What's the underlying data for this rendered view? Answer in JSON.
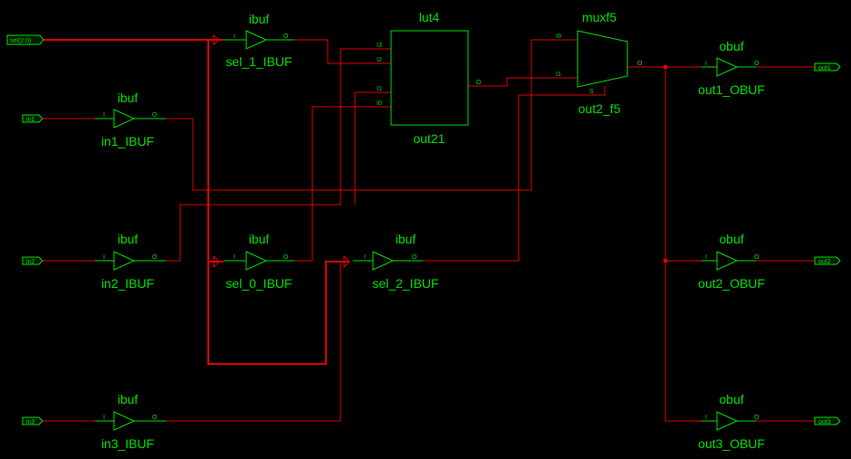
{
  "ports": {
    "sel": "sel(2:0)",
    "in1": "in1",
    "in2": "in2",
    "in3": "in3",
    "out1": "out1",
    "out2": "out2",
    "out3": "out3"
  },
  "cells": {
    "sel1": {
      "type": "ibuf",
      "name": "sel_1_IBUF",
      "pin_in": "I",
      "pin_out": "O"
    },
    "in1": {
      "type": "ibuf",
      "name": "in1_IBUF",
      "pin_in": "I",
      "pin_out": "O"
    },
    "in2": {
      "type": "ibuf",
      "name": "in2_IBUF",
      "pin_in": "I",
      "pin_out": "O"
    },
    "sel0": {
      "type": "ibuf",
      "name": "sel_0_IBUF",
      "pin_in": "I",
      "pin_out": "O"
    },
    "sel2": {
      "type": "ibuf",
      "name": "sel_2_IBUF",
      "pin_in": "I",
      "pin_out": "O"
    },
    "in3": {
      "type": "ibuf",
      "name": "in3_IBUF",
      "pin_in": "I",
      "pin_out": "O"
    },
    "lut": {
      "type": "lut4",
      "name": "out21",
      "pins": [
        "I3",
        "I2",
        "I1",
        "I0"
      ],
      "pin_out": "O"
    },
    "mux": {
      "type": "muxf5",
      "name": "out2_f5",
      "pin_i0": "I0",
      "pin_i1": "I1",
      "pin_s": "S",
      "pin_out": "O"
    },
    "ob1": {
      "type": "obuf",
      "name": "out1_OBUF",
      "pin_in": "I",
      "pin_out": "O"
    },
    "ob2": {
      "type": "obuf",
      "name": "out2_OBUF",
      "pin_in": "I",
      "pin_out": "O"
    },
    "ob3": {
      "type": "obuf",
      "name": "out3_OBUF",
      "pin_in": "I",
      "pin_out": "O"
    }
  },
  "colors": {
    "symbol": "#00e000",
    "wire": "#e00000",
    "background": "#000000"
  }
}
